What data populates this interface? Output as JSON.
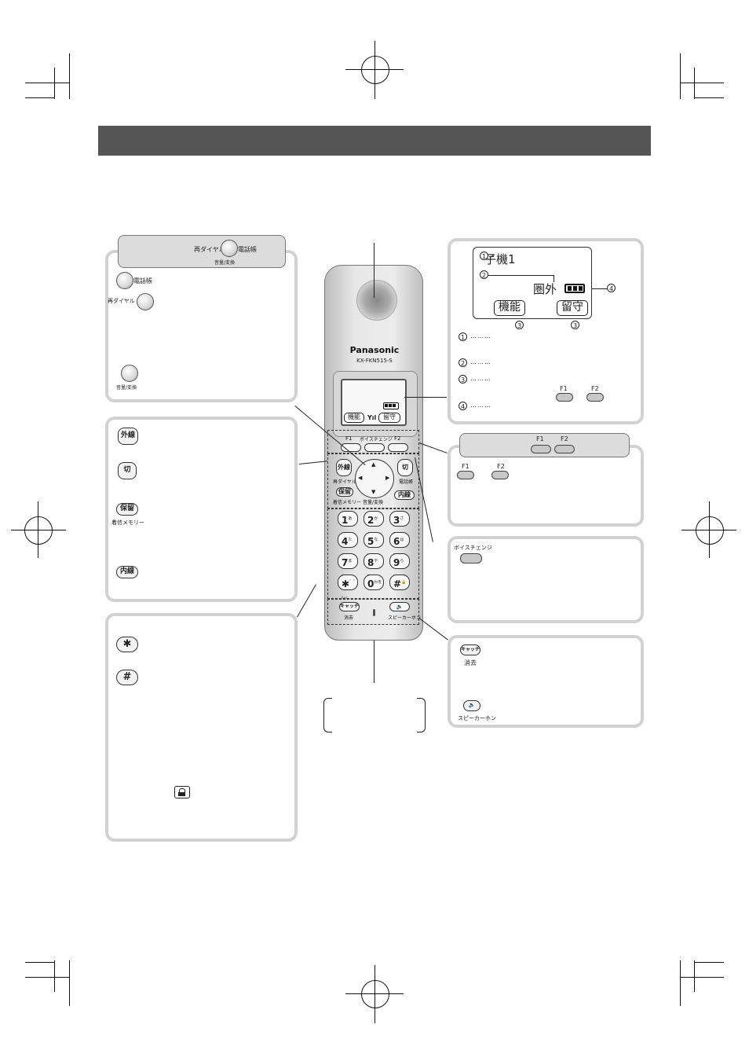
{
  "handset": {
    "brand": "Panasonic",
    "model": "KX-FKN515-S",
    "keys": {
      "f1": "F1",
      "voice_change": "ボイスチェンジ",
      "f2": "F2",
      "outside_line": "外線",
      "redial": "再ダイヤル",
      "off": "切",
      "phonebook": "電話帳",
      "hold": "保留",
      "incoming_memory": "着信メモリー",
      "volume_convert": "音量/変換",
      "intercom": "内線",
      "catch": "キャッチ",
      "erase": "消去",
      "speakerphone": "スピーカーホン"
    },
    "numpad": [
      {
        "main": "1",
        "sub": "あ"
      },
      {
        "main": "2",
        "sub": "かABC"
      },
      {
        "main": "3",
        "sub": "さDEF"
      },
      {
        "main": "4",
        "sub": "たGHI"
      },
      {
        "main": "5",
        "sub": "なJKL"
      },
      {
        "main": "6",
        "sub": "はMNO"
      },
      {
        "main": "7",
        "sub": "まPQRS"
      },
      {
        "main": "8",
        "sub": "やTUV"
      },
      {
        "main": "9",
        "sub": "らWXYZ"
      },
      {
        "main": "✱",
        "sub": "゛゜ﾄｰﾝ"
      },
      {
        "main": "0",
        "sub": "わを"
      },
      {
        "main": "#",
        "sub": "🔒"
      }
    ],
    "screen": {
      "softkey_left": "機能",
      "softkey_right": "留守"
    }
  },
  "nav_panel": {
    "tab_redial": "再ダイヤル",
    "tab_phonebook": "電話帳",
    "tab_volume": "音量/変換",
    "item_phonebook": "電話帳",
    "item_redial": "再ダイヤル",
    "item_volume": "音量/変換"
  },
  "line_panel": {
    "outside_line": "外線",
    "off": "切",
    "hold": "保留",
    "incoming_memory": "着信メモリー",
    "intercom": "内線"
  },
  "display_panel": {
    "handset_name": "子機1",
    "out_of_range": "圏外",
    "softkey_left": "機能",
    "softkey_right": "留守",
    "num1": "1",
    "num2": "2",
    "num3": "3",
    "num4": "4",
    "desc_dots": "………",
    "f1": "F1",
    "f2": "F2"
  },
  "f_panel": {
    "tab_f1": "F1",
    "tab_f2": "F2",
    "f1": "F1",
    "f2": "F2"
  },
  "voice_panel": {
    "label": "ボイスチェンジ"
  },
  "catch_panel": {
    "catch": "キャッチ",
    "erase": "消去",
    "speakerphone": "スピーカーホン"
  },
  "symbol_panel": {
    "star_key": "✱",
    "hash_key": "#"
  }
}
